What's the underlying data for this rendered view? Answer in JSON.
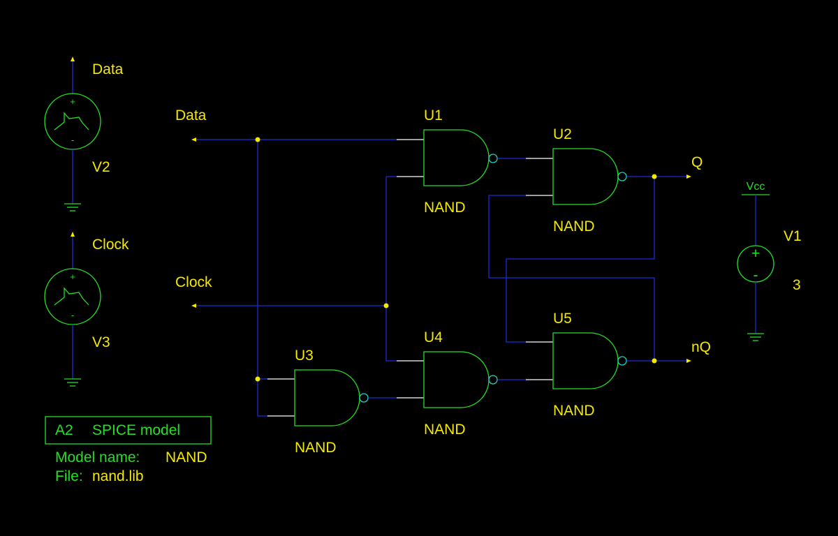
{
  "sources": {
    "v2": {
      "net": "Data",
      "name": "V2"
    },
    "v3": {
      "net": "Clock",
      "name": "V3"
    },
    "v1": {
      "net": "Vcc",
      "name": "V1",
      "value": "3",
      "plus": "+",
      "minus": "-"
    }
  },
  "ports": {
    "data": "Data",
    "clock": "Clock",
    "q": "Q",
    "nq": "nQ"
  },
  "gates": {
    "u1": {
      "ref": "U1",
      "type": "NAND"
    },
    "u2": {
      "ref": "U2",
      "type": "NAND"
    },
    "u3": {
      "ref": "U3",
      "type": "NAND"
    },
    "u4": {
      "ref": "U4",
      "type": "NAND"
    },
    "u5": {
      "ref": "U5",
      "type": "NAND"
    }
  },
  "model": {
    "ref": "A2",
    "title": "SPICE model",
    "model_name_label": "Model name:",
    "model_name": "NAND",
    "file_label": "File:",
    "file": "nand.lib"
  },
  "colors": {
    "background": "#000000",
    "label": "#f5e900",
    "symbol": "#22e022",
    "wire": "#1a2fd6",
    "bubble": "#22d0c0"
  }
}
